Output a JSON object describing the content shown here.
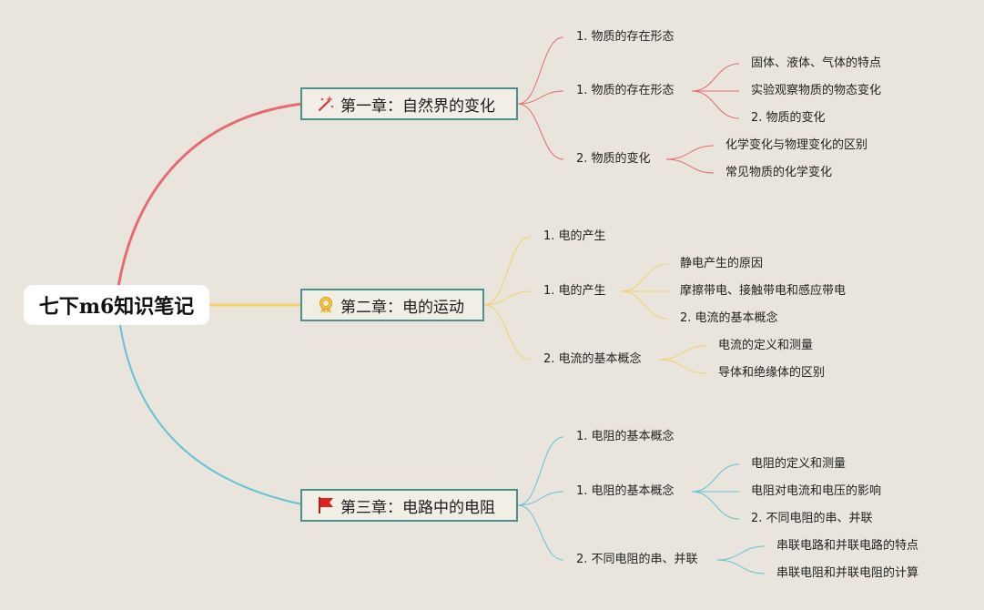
{
  "root": {
    "title": "七下m6知识笔记"
  },
  "colors": {
    "chapter1": "#e66a70",
    "chapter2": "#f6cf6d",
    "chapter3": "#63c2d6",
    "box_border": "#4f8e8a",
    "background": "#e9e5dc"
  },
  "chapters": [
    {
      "title": "第一章：自然界的变化",
      "icon": "magic-wand-icon",
      "topics": [
        {
          "label": "1. 物质的存在形态",
          "children": []
        },
        {
          "label": "1. 物质的存在形态",
          "children": [
            "固体、液体、气体的特点",
            "实验观察物质的物态变化",
            "2. 物质的变化"
          ]
        },
        {
          "label": "2. 物质的变化",
          "children": [
            "化学变化与物理变化的区别",
            "常见物质的化学变化"
          ]
        }
      ]
    },
    {
      "title": "第二章：电的运动",
      "icon": "award-ribbon-icon",
      "topics": [
        {
          "label": "1. 电的产生",
          "children": []
        },
        {
          "label": "1. 电的产生",
          "children": [
            "静电产生的原因",
            "摩擦带电、接触带电和感应带电",
            "2. 电流的基本概念"
          ]
        },
        {
          "label": "2. 电流的基本概念",
          "children": [
            "电流的定义和测量",
            "导体和绝缘体的区别"
          ]
        }
      ]
    },
    {
      "title": "第三章：电路中的电阻",
      "icon": "red-flag-icon",
      "topics": [
        {
          "label": "1. 电阻的基本概念",
          "children": []
        },
        {
          "label": "1. 电阻的基本概念",
          "children": [
            "电阻的定义和测量",
            "电阻对电流和电压的影响",
            "2. 不同电阻的串、并联"
          ]
        },
        {
          "label": "2. 不同电阻的串、并联",
          "children": [
            "串联电路和并联电路的特点",
            "串联电阻和并联电阻的计算"
          ]
        }
      ]
    }
  ]
}
